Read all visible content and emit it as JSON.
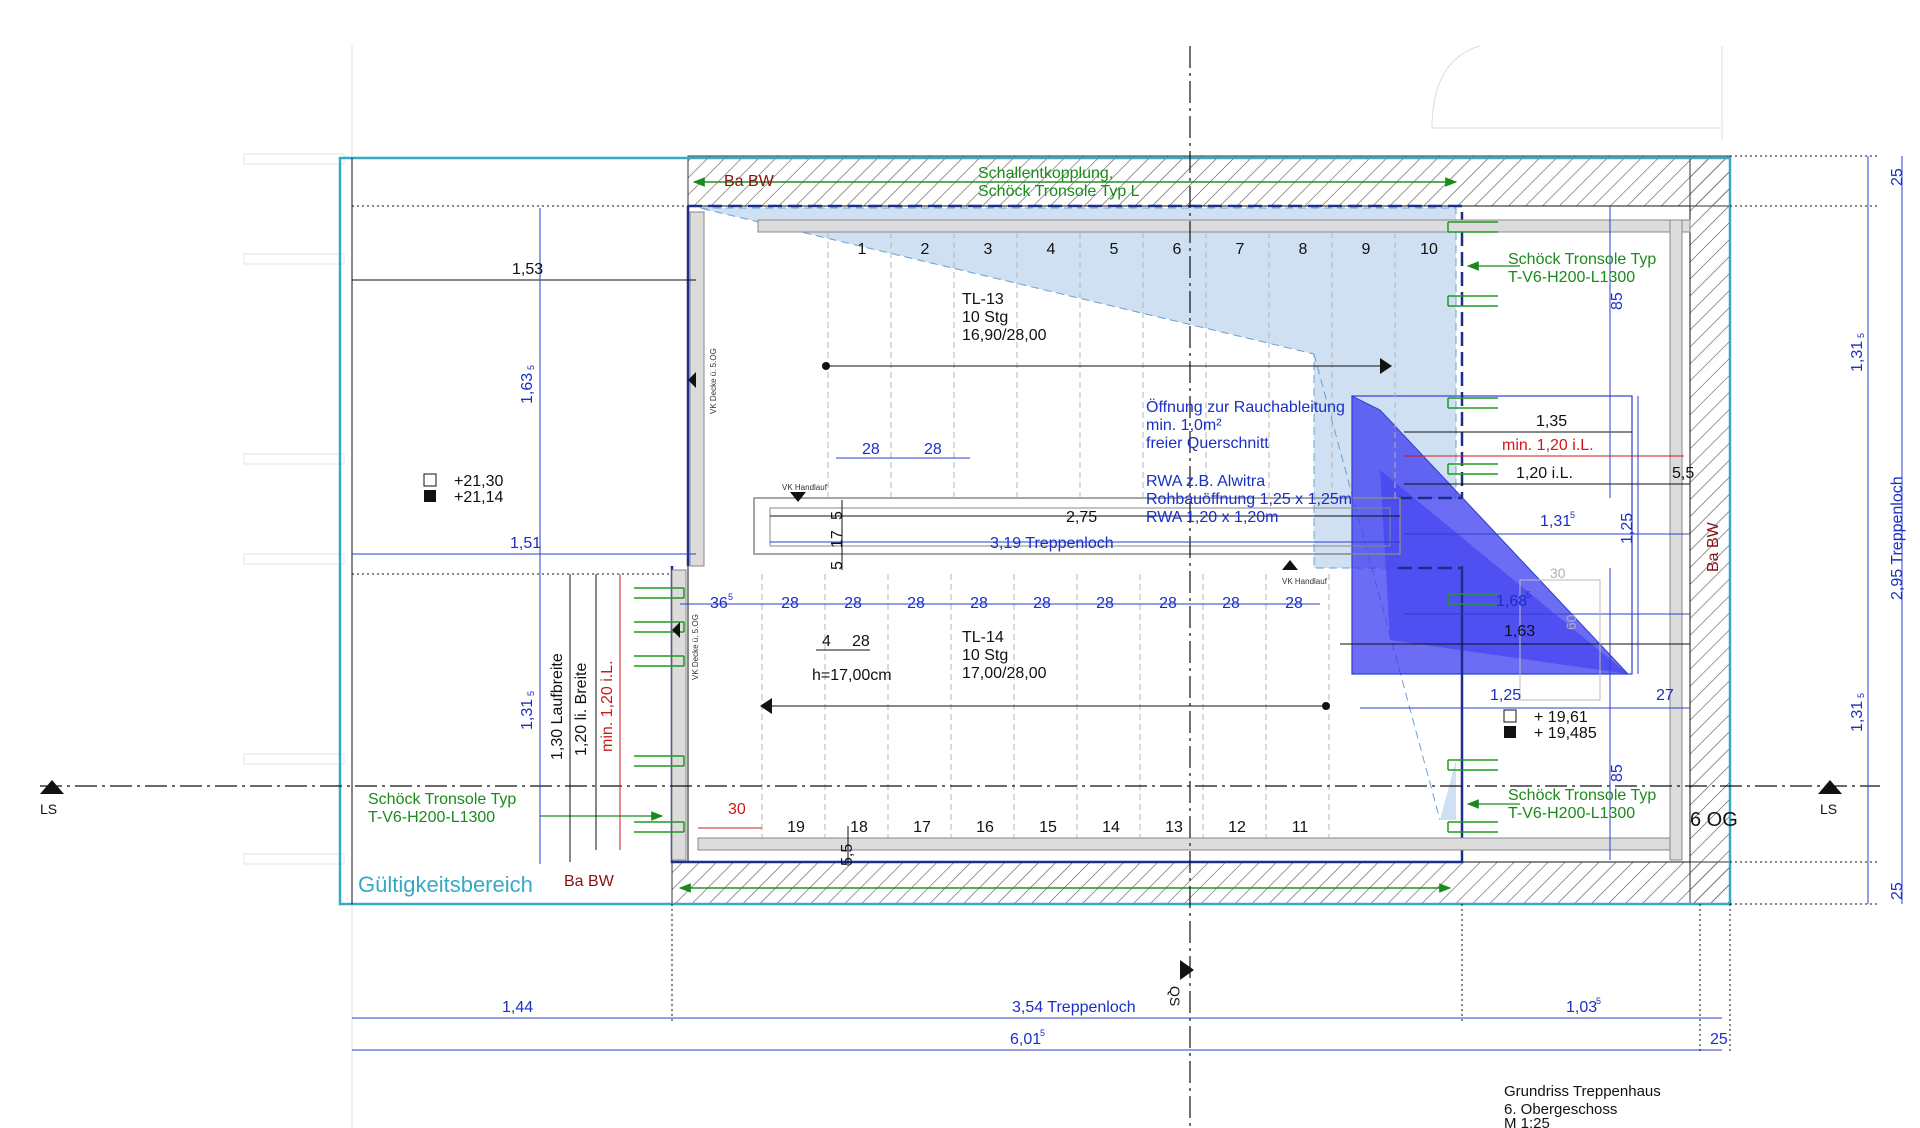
{
  "colors": {
    "dim_blue": "#1a2fc7",
    "red": "#d01818",
    "green": "#1a8a1a",
    "maroon": "#8a1010",
    "cyan": "#36a9c5",
    "void_fill": "#cfe0f2",
    "rwa_fill": "#3b3bf0"
  },
  "labels": {
    "ba_bw_top": "Ba BW",
    "ba_bw_bottom": "Ba BW",
    "ba_bw_right": "Ba BW",
    "schall_1": "Schallentkopplung,",
    "schall_2": "Schöck Tronsole Typ L",
    "tronsole_tr_1": "Schöck Tronsole Typ",
    "tronsole_tr_2": "T-V6-H200-L1300",
    "tronsole_br_1": "Schöck Tronsole Typ",
    "tronsole_br_2": "T-V6-H200-L1300",
    "tronsole_bl_1": "Schöck Tronsole Typ",
    "tronsole_bl_2": "T-V6-H200-L1300",
    "tl13_1": "TL-13",
    "tl13_2": "10 Stg",
    "tl13_3": "16,90/28,00",
    "tl14_1": "TL-14",
    "tl14_2": "10 Stg",
    "tl14_3": "17,00/28,00",
    "opening_1": "Öffnung zur Rauchableitung",
    "opening_2": "min. 1,0m²",
    "opening_3": "freier Querschnitt",
    "rwa_1": "RWA z.B. Alwitra",
    "rwa_2": "Rohbauöffnung 1,25 x 1,25m",
    "rwa_3": "RWA 1,20 x 1,20m",
    "level_upper_1": "+21,30",
    "level_upper_2": "+21,14",
    "level_lower_1": "+ 19,61",
    "level_lower_2": "+ 19,485",
    "gueltigkeit": "Gültigkeitsbereich",
    "floor_label": "6 OG",
    "ls_left": "LS",
    "ls_right": "LS",
    "qs": "QS",
    "vk_handlauf_1": "VK Handlauf",
    "vk_handlauf_2": "VK Handlauf",
    "vk_decke_1": "VK Decke ü. 5.OG",
    "vk_decke_2": "VK Decke ü. 5.OG",
    "h_label": "h=17,00cm",
    "laufbreite": "1,30 Laufbreite",
    "li_breite": "1,20 li. Breite",
    "min_il_vertical": "min. 1,20 i.L.",
    "min_il_horizontal": "min. 1,20 i.L.",
    "title_1": "Grundriss Treppenhaus",
    "title_2": "6. Obergeschoss",
    "title_3": "M 1:25"
  },
  "dims": {
    "d153": "1,53",
    "d151": "1,51",
    "d163": "1,63",
    "d163_sup": "5",
    "d131_left": "1,31",
    "d131_left_sup": "5",
    "d275": "2,75",
    "d319": "3,19 Treppenloch",
    "d28_a": "28",
    "d28_b": "28",
    "d17": "17",
    "d5_a": "5",
    "d5_b": "5",
    "d36": "36",
    "d36_sup": "5",
    "d4": "4",
    "d28_c": "28",
    "d30": "30",
    "d55_bottom": "5,5",
    "d135": "1,35",
    "d120_il": "1,20 i.L.",
    "d55_right": "5,5",
    "d131_mid": "1,31",
    "d131_mid_sup": "5",
    "d168": "1,68",
    "d168_sup": "5",
    "d163_right": "1,63",
    "d125_h": "1,25",
    "d27": "27",
    "d125_v": "1,25",
    "d85_top": "85",
    "d85_bottom": "85",
    "d30_grey": "30",
    "d60_grey": "60",
    "d25_top": "25",
    "d131_right_top": "1,31",
    "d131_right_top_sup": "5",
    "d295": "2,95 Treppenloch",
    "d131_right_bottom": "1,31",
    "d131_right_bottom_sup": "5",
    "d25_right": "25",
    "d144": "1,44",
    "d354": "3,54 Treppenloch",
    "d103": "1,03",
    "d103_sup": "5",
    "d601": "6,01",
    "d601_sup": "5",
    "d25_bottom": "25"
  },
  "upper_flight": {
    "step_numbers": [
      "1",
      "2",
      "3",
      "4",
      "5",
      "6",
      "7",
      "8",
      "9",
      "10"
    ]
  },
  "lower_flight": {
    "step_numbers": [
      "19",
      "18",
      "17",
      "16",
      "15",
      "14",
      "13",
      "12",
      "11"
    ],
    "tread_dims": [
      "28",
      "28",
      "28",
      "28",
      "28",
      "28",
      "28",
      "28",
      "28"
    ]
  }
}
